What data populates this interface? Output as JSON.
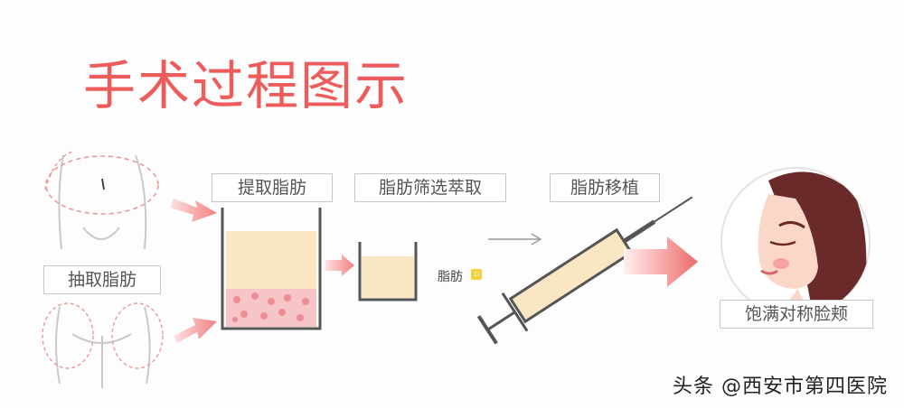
{
  "title": "手术过程图示",
  "labels": {
    "extract": "提取脂肪",
    "screen": "脂肪筛选萃取",
    "transplant": "脂肪移植",
    "suction": "抽取脂肪",
    "full_cheeks": "饱满对称脸颊",
    "fat_label": "脂肪"
  },
  "watermark": "头条 @西安市第四医院",
  "colors": {
    "title_red": "#ee5b5b",
    "arrow_pink": "#f48c8c",
    "fat_cream": "#fbe6c3",
    "fat_pink": "#f7c5c8"
  }
}
